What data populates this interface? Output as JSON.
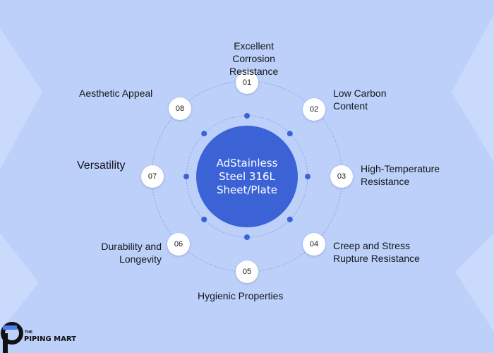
{
  "center": {
    "title": "AdStainless\nSteel 316L\nSheet/Plate"
  },
  "items": [
    {
      "number": "01",
      "label": "Excellent\nCorrosion\nResistance"
    },
    {
      "number": "02",
      "label": "Low Carbon\nContent"
    },
    {
      "number": "03",
      "label": "High-Temperature\nResistance"
    },
    {
      "number": "04",
      "label": "Creep and Stress\nRupture Resistance"
    },
    {
      "number": "05",
      "label": "Hygienic Properties"
    },
    {
      "number": "06",
      "label": "Durability and\nLongevity"
    },
    {
      "number": "07",
      "label": "Versatility"
    },
    {
      "number": "08",
      "label": "Aesthetic Appeal"
    }
  ],
  "logo": {
    "small_text": "THE",
    "text": "PIPING MART"
  },
  "colors": {
    "background": "#bcd0fa",
    "center_fill": "#3b63d6",
    "dots": "#3b63d6",
    "rings": "#8ea7dd"
  }
}
